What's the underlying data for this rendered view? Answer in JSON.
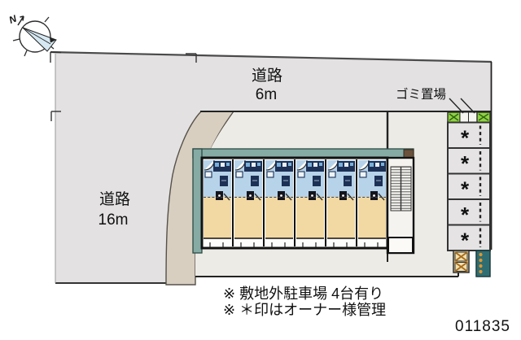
{
  "plan_number": "011835",
  "compass": {
    "north_label": "N"
  },
  "roads": {
    "top": {
      "label": "道路",
      "width": "6m"
    },
    "left": {
      "label": "道路",
      "width": "16m"
    }
  },
  "garbage": {
    "label": "ゴミ置場"
  },
  "parking": {
    "stall_mark": "*",
    "stall_count": 5
  },
  "building": {
    "unit_count": 6
  },
  "notes": {
    "line1": "※ 敷地外駐車場 4台有り",
    "line2": "※ ＊印はオーナー様管理"
  },
  "colors": {
    "road": "#e3e1e2",
    "site": "#edebe6",
    "approach": "#d8cfc1",
    "walkway": "#85aba4",
    "room_upper": "#b7d3e9",
    "room_lower": "#f2d8a2",
    "fixture": "#1d3156",
    "stall": "#e5e3e4",
    "garbage_green": "#8ed33c",
    "needle": "#d6e8f2",
    "object_yellow": "#f0dfae",
    "object_teal": "#2e6e72"
  }
}
